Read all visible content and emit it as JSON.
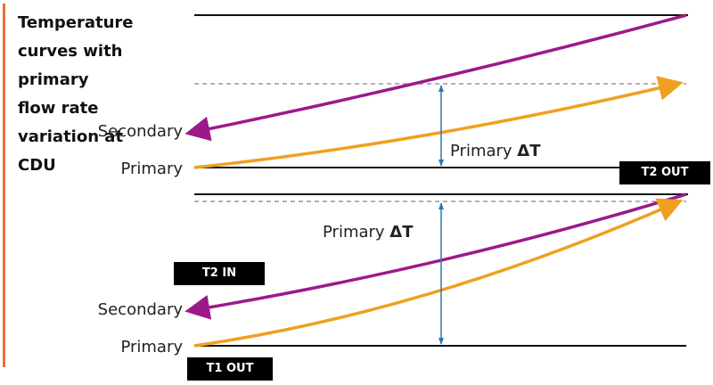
{
  "title": "Temperature curves with primary flow rate variation at CDU",
  "top_panel": {
    "secondary_label": "Secondary",
    "primary_label": "Primary",
    "delta_label": "Primary",
    "delta_symbol": "ΔT",
    "tag": "T2 OUT"
  },
  "bottom_panel": {
    "secondary_label": "Secondary",
    "primary_label": "Primary",
    "delta_label": "Primary",
    "delta_symbol": "ΔT",
    "tag_in": "T2 IN",
    "tag_out": "T1 OUT"
  },
  "colors": {
    "secondary": "#9b1a8a",
    "primary": "#f0a020",
    "delta": "#2a78b0",
    "accent": "#e8733a"
  }
}
